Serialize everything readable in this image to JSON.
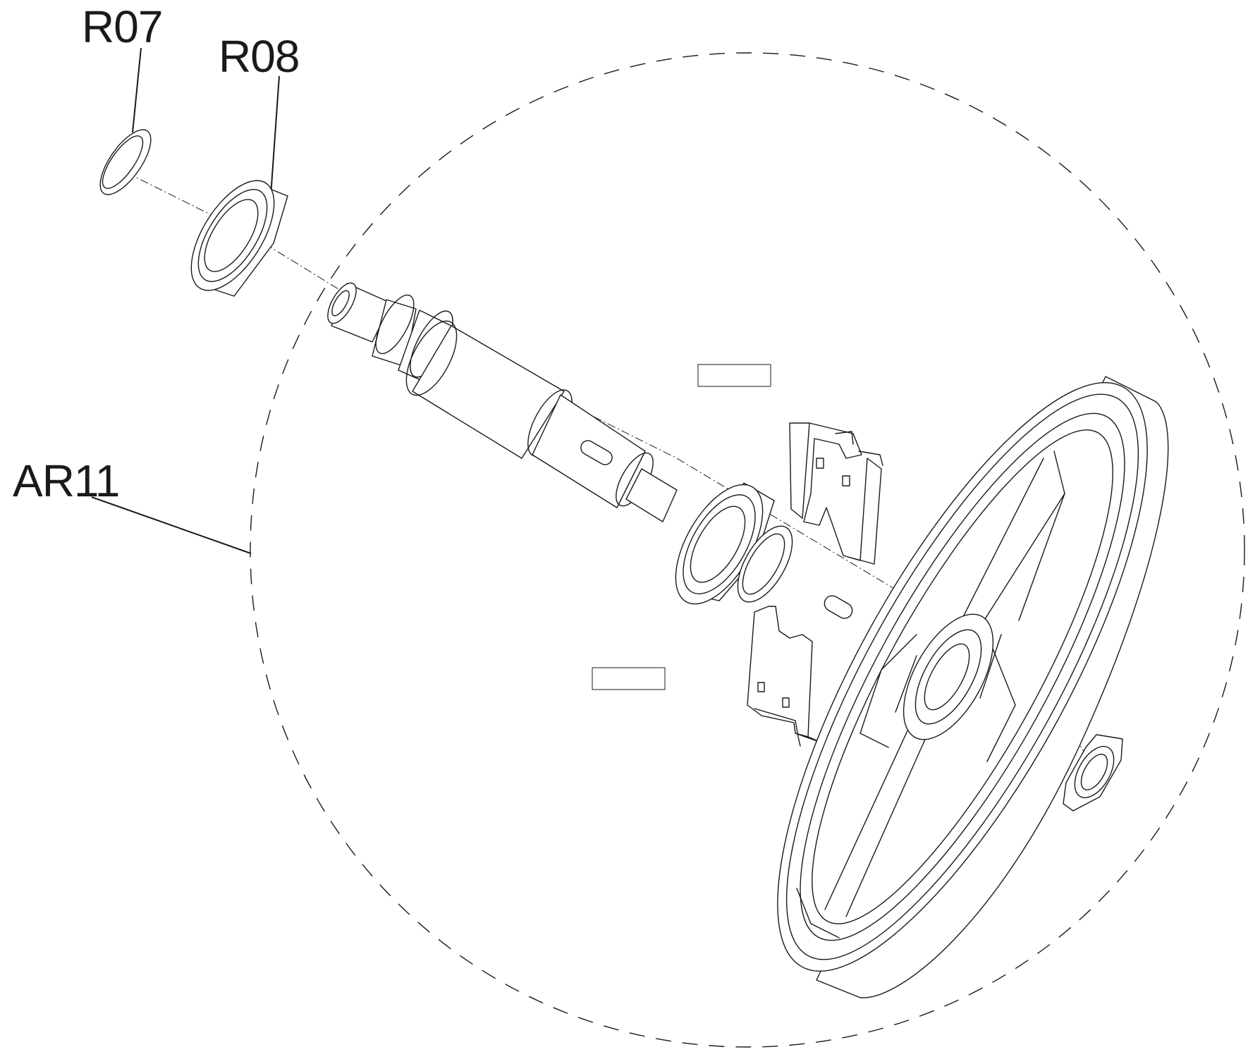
{
  "diagram": {
    "labels": {
      "r07": "R07",
      "r08": "R08",
      "ar11": "AR11"
    },
    "blank_label_boxes": [
      "",
      ""
    ],
    "parts": [
      "washer-r07",
      "bearing-r08",
      "shaft",
      "bearing-lower",
      "washer-lower",
      "key",
      "bracket-upper",
      "bracket-lower",
      "pulley-wheel",
      "hex-nut"
    ],
    "line_color": "#1a1a1a",
    "background": "#ffffff"
  }
}
